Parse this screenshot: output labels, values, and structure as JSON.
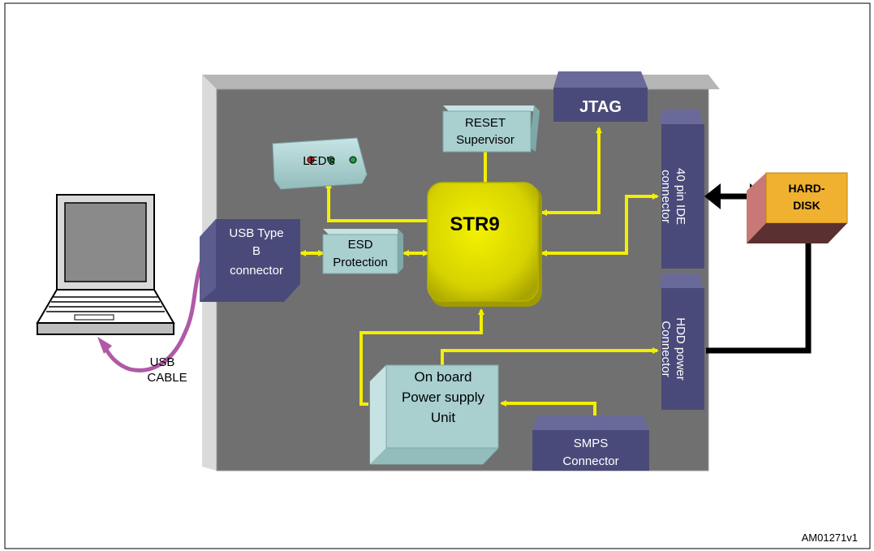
{
  "diagram": {
    "figure_id": "AM01271v1",
    "blocks": {
      "jtag": "JTAG",
      "reset_line1": "RESET",
      "reset_line2": "Supervisor",
      "leds": "LED's",
      "mcu": "STR9",
      "usb_line1": "USB Type",
      "usb_line2": "B",
      "usb_line3": "connector",
      "esd_line1": "ESD",
      "esd_line2": "Protection",
      "ide_line1": "40 pin IDE",
      "ide_line2": "connector",
      "hdd_power_line1": "HDD power",
      "hdd_power_line2": "Connector",
      "hard_disk_line1": "HARD-",
      "hard_disk_line2": "DISK",
      "psu_line1": "On board",
      "psu_line2": "Power supply",
      "psu_line3": "Unit",
      "smps_line1": "SMPS",
      "smps_line2": "Connector",
      "usb_cable_line1": "USB",
      "usb_cable_line2": "CABLE"
    },
    "colors": {
      "board_top": "#b5b5b5",
      "board_face": "#6e6e6e",
      "board_side": "#d8d8d8",
      "connector_blue": "#4a4a7a",
      "connector_blue_light": "#5c5c8e",
      "light_block": "#a9cfcf",
      "mcu_yellow": "#d8d400",
      "signal_yellow": "#f3ef00",
      "cable_pink": "#b05aa6",
      "hdd_orange": "#f0b030",
      "hdd_pink": "#c97878",
      "hdd_brown": "#5a3030"
    }
  }
}
